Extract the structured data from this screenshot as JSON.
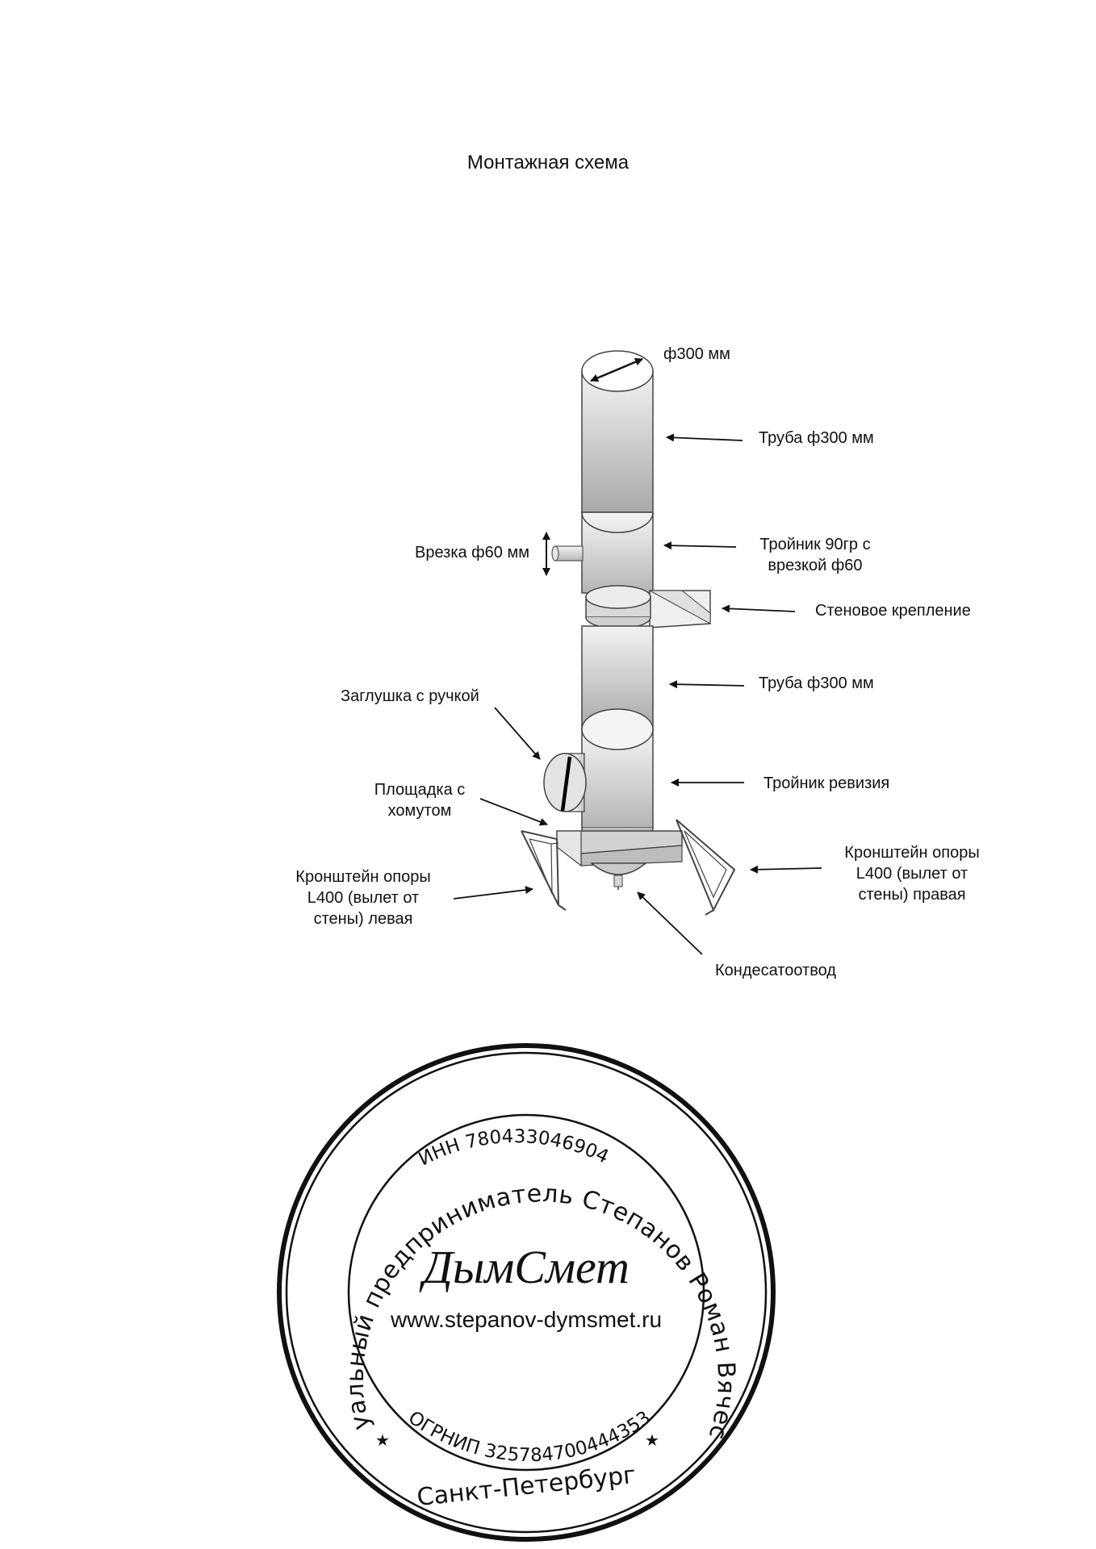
{
  "title": "Монтажная схема",
  "labels": {
    "diameter": "ф300 мм",
    "pipe_top": "Труба ф300 мм",
    "tee_90": "Тройник 90гр с\nврезкой ф60",
    "branch": "Врезка ф60 мм",
    "wall_mount": "Стеновое крепление",
    "pipe_mid": "Труба ф300 мм",
    "plug": "Заглушка с ручкой",
    "tee_revision": "Тройник ревизия",
    "platform": "Площадка с\nхомутом",
    "bracket_right": "Кронштейн опоры\nL400 (вылет от\nстены)  правая",
    "bracket_left": "Кронштейн опоры\nL400 (вылет от\nстены)  левая",
    "condensate": "Кондесатоотвод"
  },
  "stamp": {
    "outer_text": "Индивидуальный предприниматель Степанов Роман Вячеславович",
    "inn": "ИНН 780433046904",
    "brand": "ДымСмет",
    "website": "www.stepanov-dymsmet.ru",
    "ogrnip": "ОГРНИП 325784700444353",
    "city": "Санкт-Петербург",
    "star": "★"
  }
}
